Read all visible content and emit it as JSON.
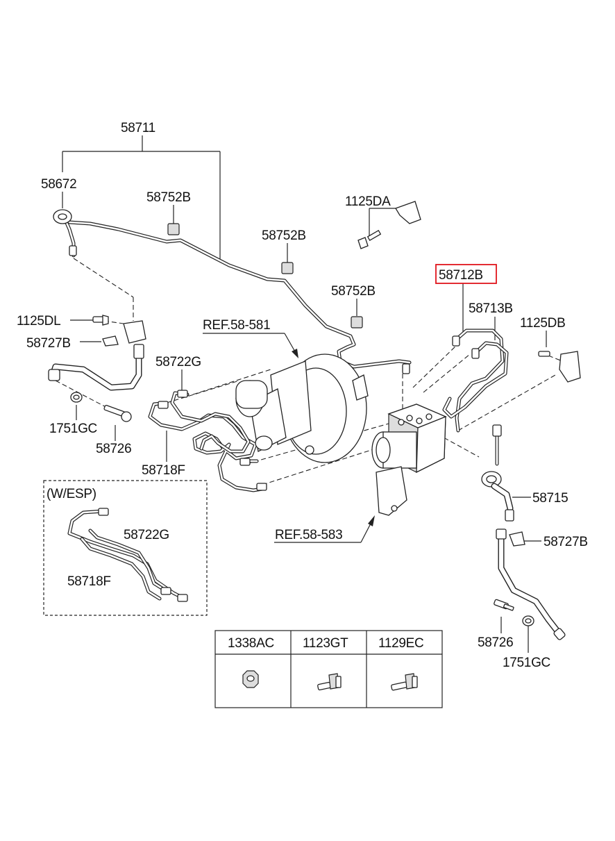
{
  "labels": {
    "p58711": "58711",
    "p58672": "58672",
    "p58752b_1": "58752B",
    "p58752b_2": "58752B",
    "p58752b_3": "58752B",
    "p1125da": "1125DA",
    "p58712b": "58712B",
    "p58713b": "58713B",
    "p1125db": "1125DB",
    "p1125dl": "1125DL",
    "p58727b_l": "58727B",
    "ref58581": "REF.58-581",
    "p58722g": "58722G",
    "p1751gc_l": "1751GC",
    "p58726_l": "58726",
    "p58718f": "58718F",
    "wesp": "(W/ESP)",
    "p58722g_esp": "58722G",
    "p58718f_esp": "58718F",
    "ref58583": "REF.58-583",
    "p58715": "58715",
    "p58727b_r": "58727B",
    "p58726_r": "58726",
    "p1751gc_r": "1751GC"
  },
  "highlight_color": "#e0141c",
  "parts_table": {
    "headers": [
      "1338AC",
      "1123GT",
      "1129EC"
    ],
    "icons": [
      "hex-nut-icon",
      "flange-bolt-icon",
      "flange-bolt-long-icon"
    ]
  }
}
